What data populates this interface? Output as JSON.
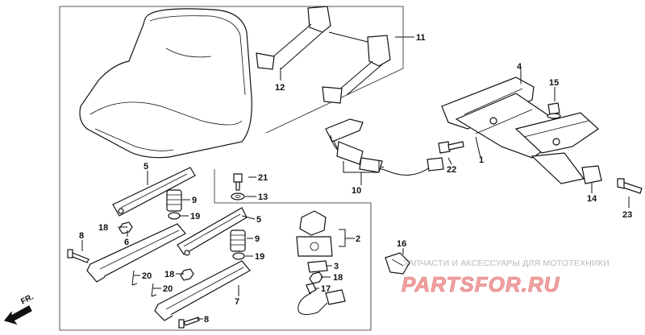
{
  "callouts": {
    "c1": "1",
    "c2": "2",
    "c3": "3",
    "c4": "4",
    "c5a": "5",
    "c5b": "5",
    "c6": "6",
    "c7": "7",
    "c8a": "8",
    "c8b": "8",
    "c9a": "9",
    "c9b": "9",
    "c10": "10",
    "c11": "11",
    "c12": "12",
    "c13": "13",
    "c14": "14",
    "c15": "15",
    "c16": "16",
    "c17": "17",
    "c18a": "18",
    "c18b": "18",
    "c18c": "18",
    "c19a": "19",
    "c19b": "19",
    "c20a": "20",
    "c20b": "20",
    "c21": "21",
    "c22": "22",
    "c23": "23"
  },
  "front_marker": "FR.",
  "watermark": {
    "tagline": "ЗАПЧАСТИ И АКСЕССУАРЫ ДЛЯ МОТОТЕХНИКИ",
    "brand": "PARTSFOR.RU"
  }
}
